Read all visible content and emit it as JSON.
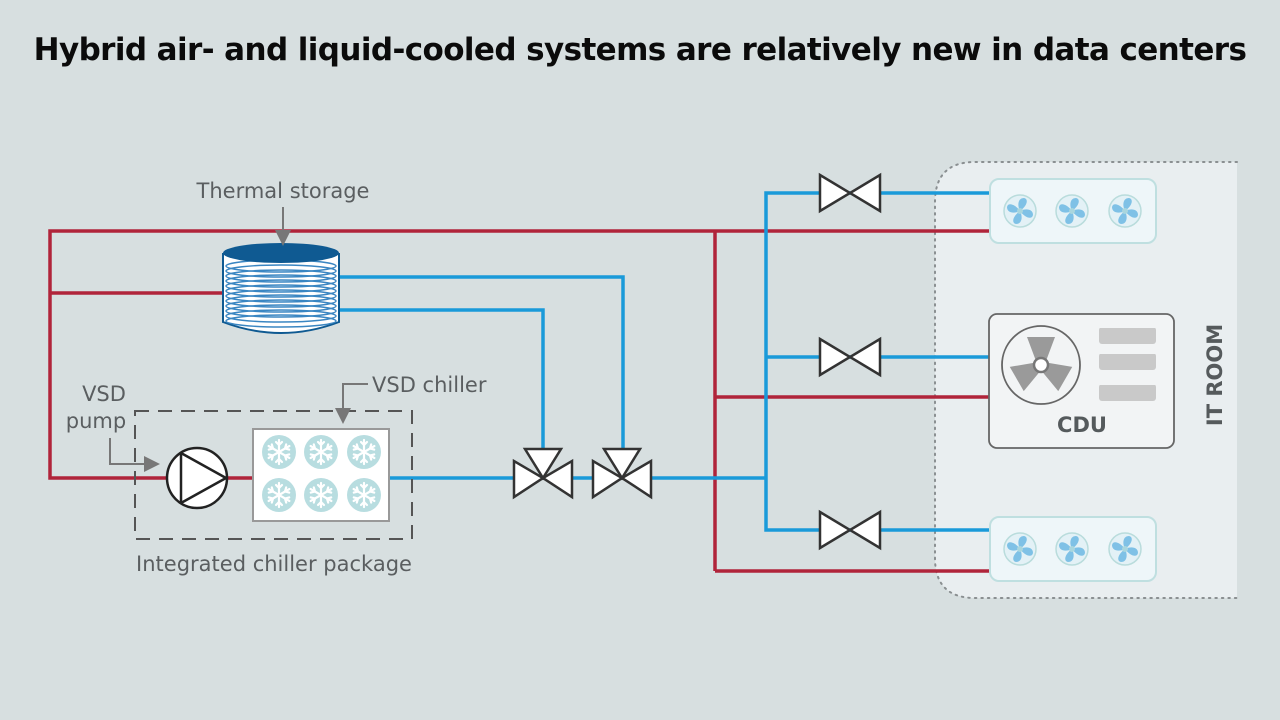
{
  "title": "Hybrid air- and liquid-cooled systems are relatively new in data centers",
  "labels": {
    "thermal_storage": "Thermal storage",
    "vsd_pump_line1": "VSD",
    "vsd_pump_line2": "pump",
    "vsd_chiller": "VSD chiller",
    "integrated_package": "Integrated chiller package",
    "cdu": "CDU",
    "it_room": "IT ROOM"
  },
  "colors": {
    "background": "#d7dfe0",
    "hot_pipe": "#b0243a",
    "cold_pipe": "#1a9ad9",
    "tank_top": "#0f5a92",
    "it_room_fill": "#e9eef0",
    "fan_blue": "#7fc1e6",
    "snowflake_circle": "#b8dde0",
    "outline": "#333333"
  },
  "components": {
    "cooling_units": [
      {
        "id": "air-handler-top",
        "type": "fan-coil",
        "fans": 3
      },
      {
        "id": "cdu",
        "type": "coolant-distribution-unit"
      },
      {
        "id": "air-handler-bottom",
        "type": "fan-coil",
        "fans": 3
      }
    ],
    "chiller_modules": 6,
    "two_way_valves": 3,
    "three_way_valves": 2
  }
}
